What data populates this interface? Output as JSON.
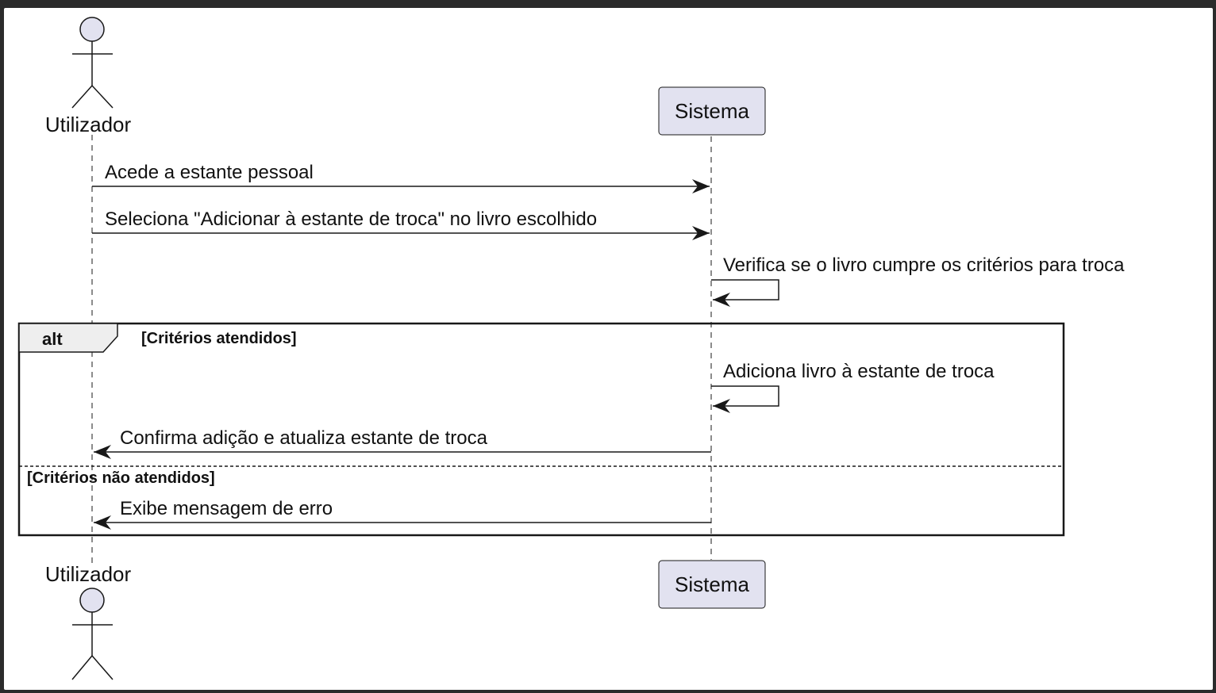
{
  "colors": {
    "frame_background": "#2b2b2b",
    "canvas": "#ffffff",
    "participant_fill": "#e2e2f0",
    "participant_border": "#181818",
    "line": "#181818",
    "fragment_tab": "#eeeeee"
  },
  "participants": [
    {
      "id": "utilizador",
      "label": "Utilizador",
      "kind": "actor",
      "icon": "stick-figure-icon"
    },
    {
      "id": "sistema",
      "label": "Sistema",
      "kind": "participant"
    }
  ],
  "messages": [
    {
      "from": "utilizador",
      "to": "sistema",
      "text": "Acede a estante pessoal"
    },
    {
      "from": "utilizador",
      "to": "sistema",
      "text": "Seleciona \"Adicionar à estante de troca\" no livro escolhido"
    },
    {
      "from": "sistema",
      "to": "sistema",
      "text": "Verifica se o livro cumpre os critérios para troca"
    }
  ],
  "fragment": {
    "keyword": "alt",
    "operands": [
      {
        "guard": "[Critérios atendidos]",
        "messages": [
          {
            "from": "sistema",
            "to": "sistema",
            "text": "Adiciona livro à estante de troca"
          },
          {
            "from": "sistema",
            "to": "utilizador",
            "text": "Confirma adição e atualiza estante de troca"
          }
        ]
      },
      {
        "guard": "[Critérios não atendidos]",
        "messages": [
          {
            "from": "sistema",
            "to": "utilizador",
            "text": "Exibe mensagem de erro"
          }
        ]
      }
    ]
  }
}
